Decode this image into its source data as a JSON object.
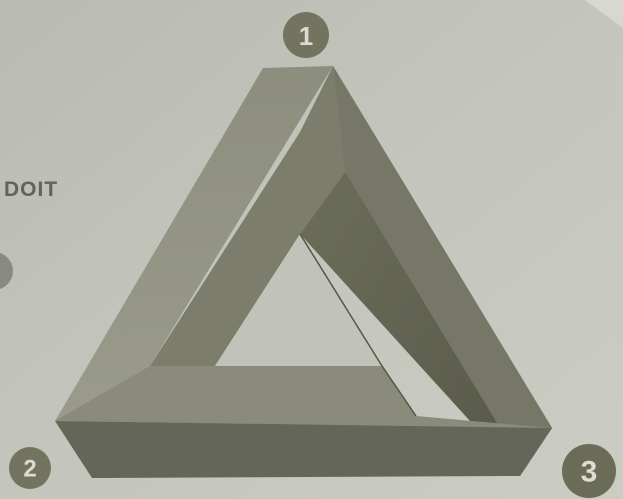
{
  "side_text": "DOIT",
  "markers": [
    {
      "id": "1",
      "label": "1"
    },
    {
      "id": "2",
      "label": "2"
    },
    {
      "id": "3",
      "label": "3"
    }
  ],
  "colors": {
    "paper": "#c2c3bb",
    "face_light": "#8e8f7f",
    "face_mid": "#7a7b69",
    "face_dark": "#5e5f4e",
    "face_bottom": "#6c6d5c",
    "badge_fill": "#73745f",
    "badge_text": "#dddcd2",
    "text": "#62635a"
  }
}
